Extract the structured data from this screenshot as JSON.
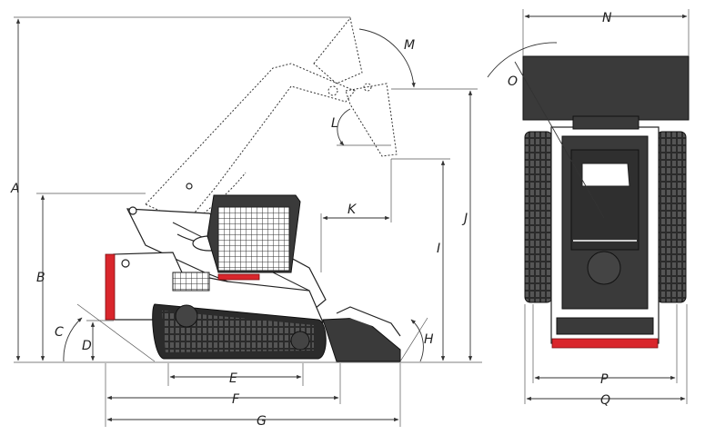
{
  "dimensions": {
    "A": "A",
    "B": "B",
    "C": "C",
    "D": "D",
    "E": "E",
    "F": "F",
    "G": "G",
    "H": "H",
    "I": "I",
    "J": "J",
    "K": "K",
    "L": "L",
    "M": "M",
    "N": "N",
    "O": "O",
    "P": "P",
    "Q": "Q"
  },
  "colors": {
    "accent_red": "#d9262c",
    "track": "#2b2b2b",
    "line": "#222222"
  }
}
